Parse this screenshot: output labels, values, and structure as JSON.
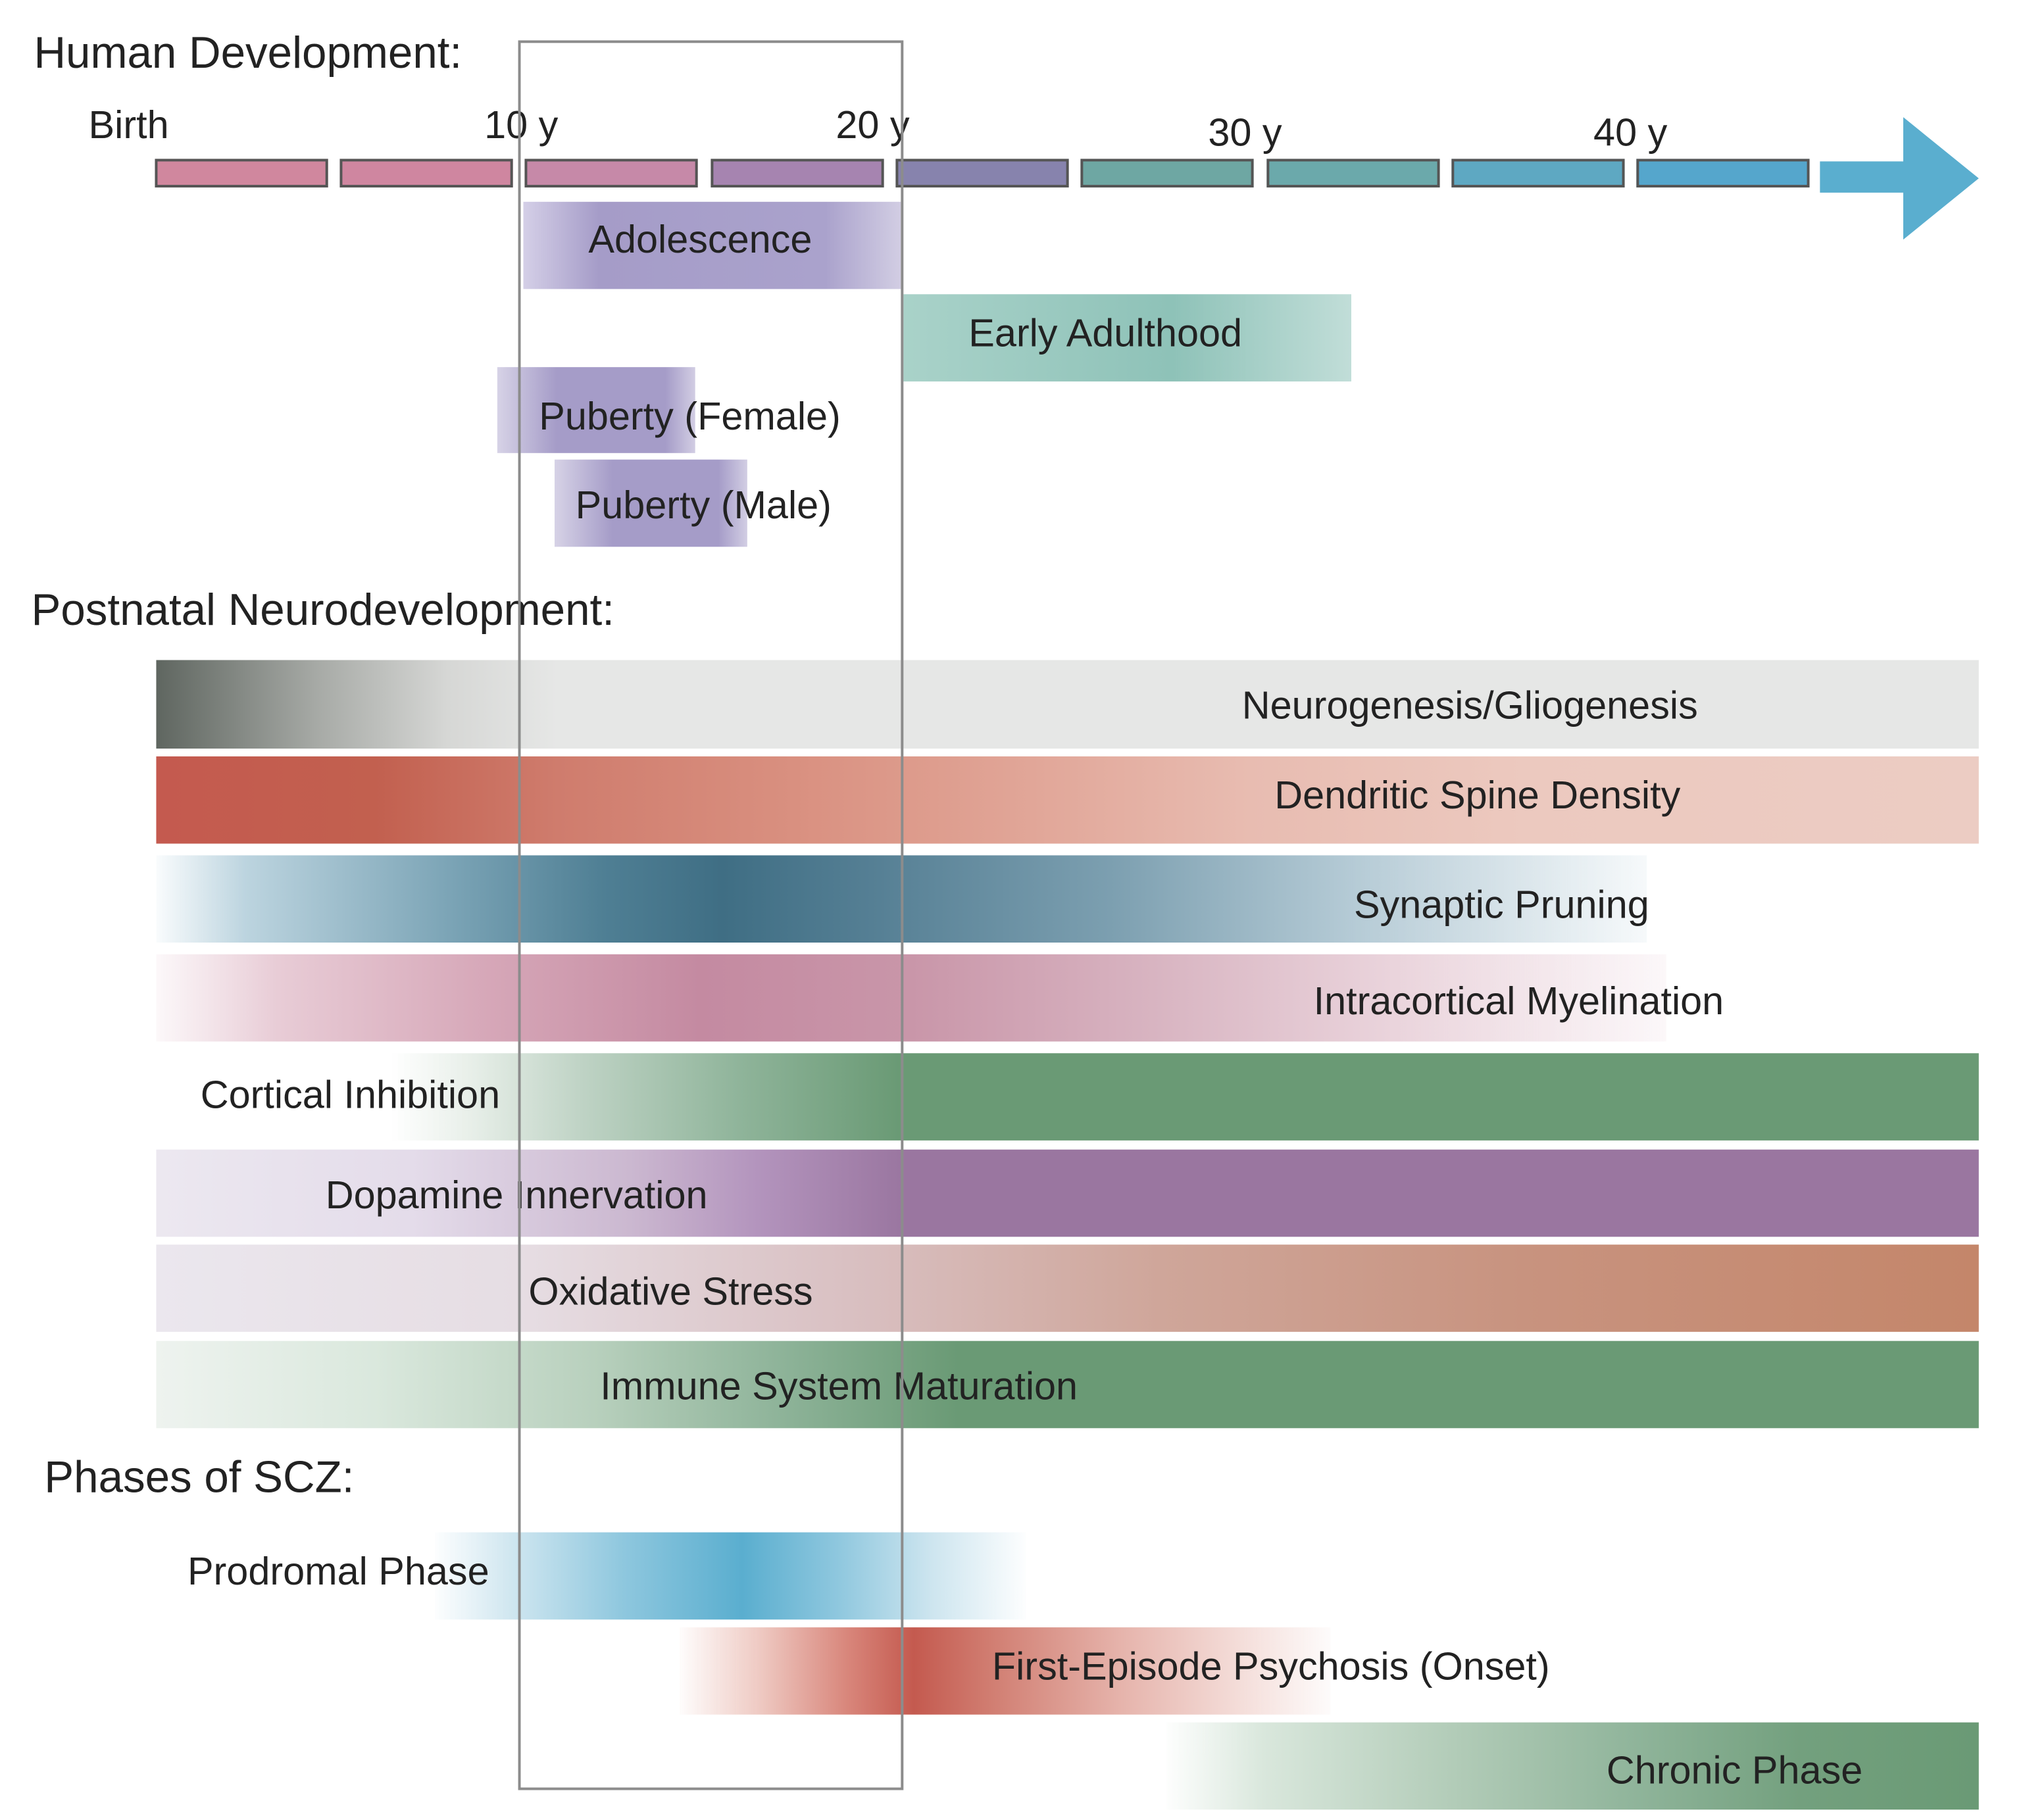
{
  "sections": {
    "human": "Human Development:",
    "neuro": "Postnatal Neurodevelopment:",
    "scz": "Phases of SCZ:"
  },
  "timeline": {
    "ticks": [
      "Birth",
      "10 y",
      "20 y",
      "30 y",
      "40 y"
    ],
    "segment_colors": [
      "#d0879e",
      "#cf86a0",
      "#c689a8",
      "#a684b0",
      "#8783ad",
      "#6ea7a3",
      "#6ba9ab",
      "#5ea8c2",
      "#55a6cc"
    ],
    "arrow_color": "#5aaecf"
  },
  "human_bands": {
    "adolescence": "Adolescence",
    "early_adulthood": "Early Adulthood",
    "puberty_female": "Puberty (Female)",
    "puberty_male": "Puberty (Male)"
  },
  "neuro_bands": {
    "neurogenesis": "Neurogenesis/Gliogenesis",
    "spine_density": "Dendritic Spine Density",
    "pruning": "Synaptic Pruning",
    "myelination": "Intracortical Myelination",
    "cortical_inhibition": "Cortical Inhibition",
    "dopamine": "Dopamine Innervation",
    "oxidative": "Oxidative Stress",
    "immune": "Immune System Maturation"
  },
  "scz_bands": {
    "prodromal": "Prodromal Phase",
    "first_episode": "First-Episode Psychosis (Onset)",
    "chronic": "Chronic Phase"
  },
  "colors": {
    "purple": "#a59cc8",
    "teal": "#8ec2b8",
    "red": "#c45a4f",
    "blue_dark": "#3f6e84",
    "mauve": "#c48aa1",
    "green": "#6a9a75",
    "violet": "#9a76a0",
    "orange": "#c4866a",
    "sky": "#5aaecf"
  }
}
